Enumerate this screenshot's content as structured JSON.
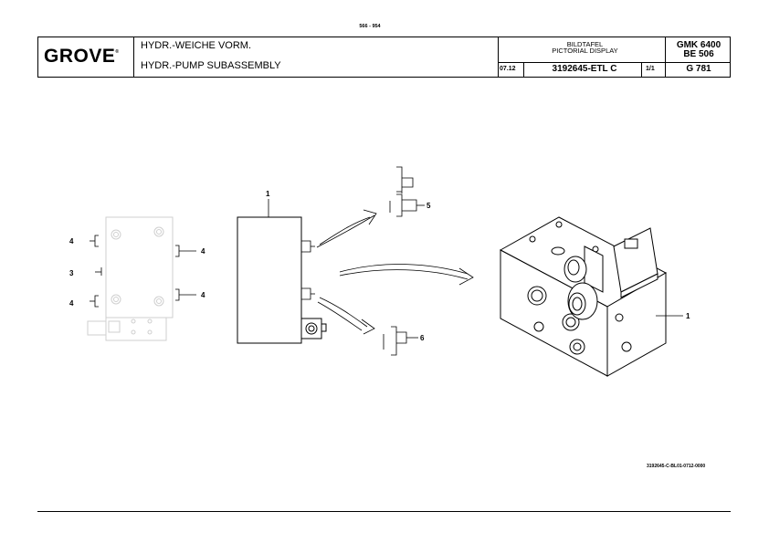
{
  "page_number": "566 - 954",
  "title_block": {
    "logo": "GROVE",
    "logo_mark": "®",
    "title_de": "HYDR.-WEICHE VORM.",
    "title_en": "HYDR.-PUMP SUBASSEMBLY",
    "label_de": "BILDTAFEL",
    "label_en": "PICTORIAL DISPLAY",
    "date": "07.12",
    "part_number": "3192645-ETL C",
    "sheet": "1/1",
    "model_1": "GMK 6400",
    "model_2": "BE 506",
    "model_3": "G 781"
  },
  "drawing": {
    "callouts": {
      "c1_left": "1",
      "c1_right": "1",
      "c3": "3",
      "c4_a": "4",
      "c4_b": "4",
      "c4_c": "4",
      "c4_d": "4",
      "c5": "5",
      "c6": "6"
    },
    "drawing_code": "3192645-C-BL01-0712-0000"
  }
}
